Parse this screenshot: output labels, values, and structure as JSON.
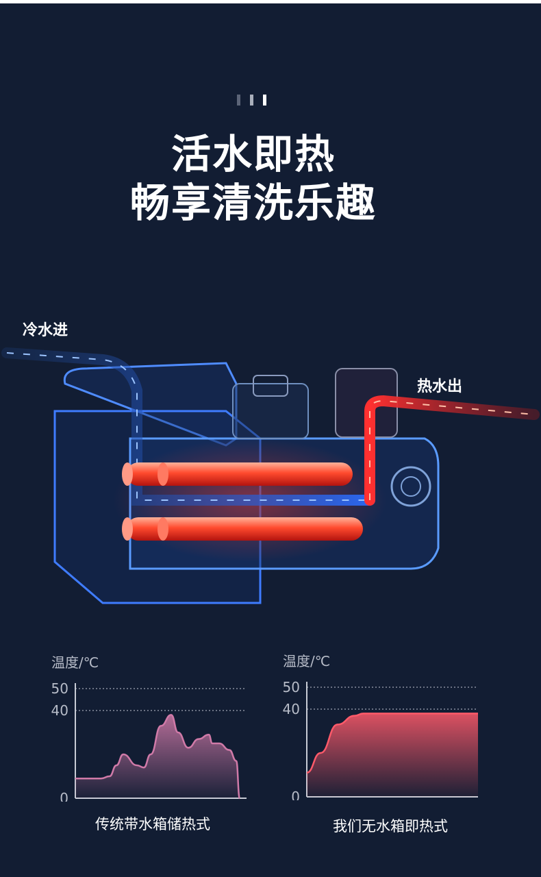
{
  "headline": {
    "line1": "活水即热",
    "line2": "畅享清洗乐趣"
  },
  "diagram": {
    "cold_in_label": "冷水进",
    "hot_out_label": "热水出",
    "colors": {
      "cold": "#3b82ff",
      "hot": "#ff3b2f",
      "body": "#5aa0ff"
    }
  },
  "chart_data": [
    {
      "type": "area",
      "caption": "传统带水箱储热式",
      "ylabel": "温度/℃",
      "yticks": [
        0,
        40,
        50
      ],
      "ylim": [
        0,
        50
      ],
      "xlim": [
        0,
        100
      ],
      "grid": "dotted at 40 and 50",
      "x": [
        0,
        15,
        20,
        24,
        28,
        36,
        40,
        44,
        50,
        56,
        60,
        66,
        72,
        78,
        80,
        84,
        90,
        94,
        96
      ],
      "values": [
        9,
        9,
        10,
        15,
        20,
        15,
        14,
        20,
        33,
        38,
        30,
        23,
        27,
        29,
        25,
        25,
        22,
        17,
        0
      ],
      "color": "#d07aa8"
    },
    {
      "type": "area",
      "caption": "我们无水箱即热式",
      "ylabel": "温度/℃",
      "yticks": [
        0,
        40,
        50
      ],
      "ylim": [
        0,
        50
      ],
      "xlim": [
        0,
        100
      ],
      "grid": "dotted at 40 and 50",
      "x": [
        0,
        8,
        18,
        28,
        33,
        100
      ],
      "values": [
        11,
        20,
        33,
        37,
        38,
        38
      ],
      "color": "#ff5a6a"
    }
  ]
}
